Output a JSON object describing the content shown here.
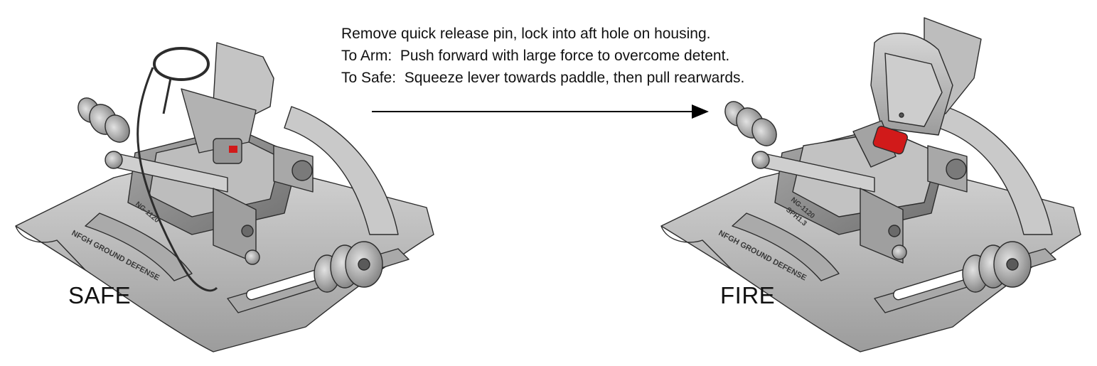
{
  "instructions": [
    "Remove quick release pin, lock into aft hole on housing.",
    "To Arm:  Push forward with large force to overcome detent.",
    "To Safe:  Squeeze lever towards paddle, then pull rearwards."
  ],
  "states": {
    "safe_label": "SAFE",
    "fire_label": "FIRE"
  },
  "engraving": {
    "brand": "NFGH GROUND DEFENSE",
    "model": "NG-1120",
    "serial_fire": "SPH1.3"
  },
  "colors": {
    "body": "#b8b8b8",
    "body_dark": "#7d7d7d",
    "outline": "#2c2c2c",
    "indicator": "#d11a1a",
    "arrow": "#000000"
  }
}
